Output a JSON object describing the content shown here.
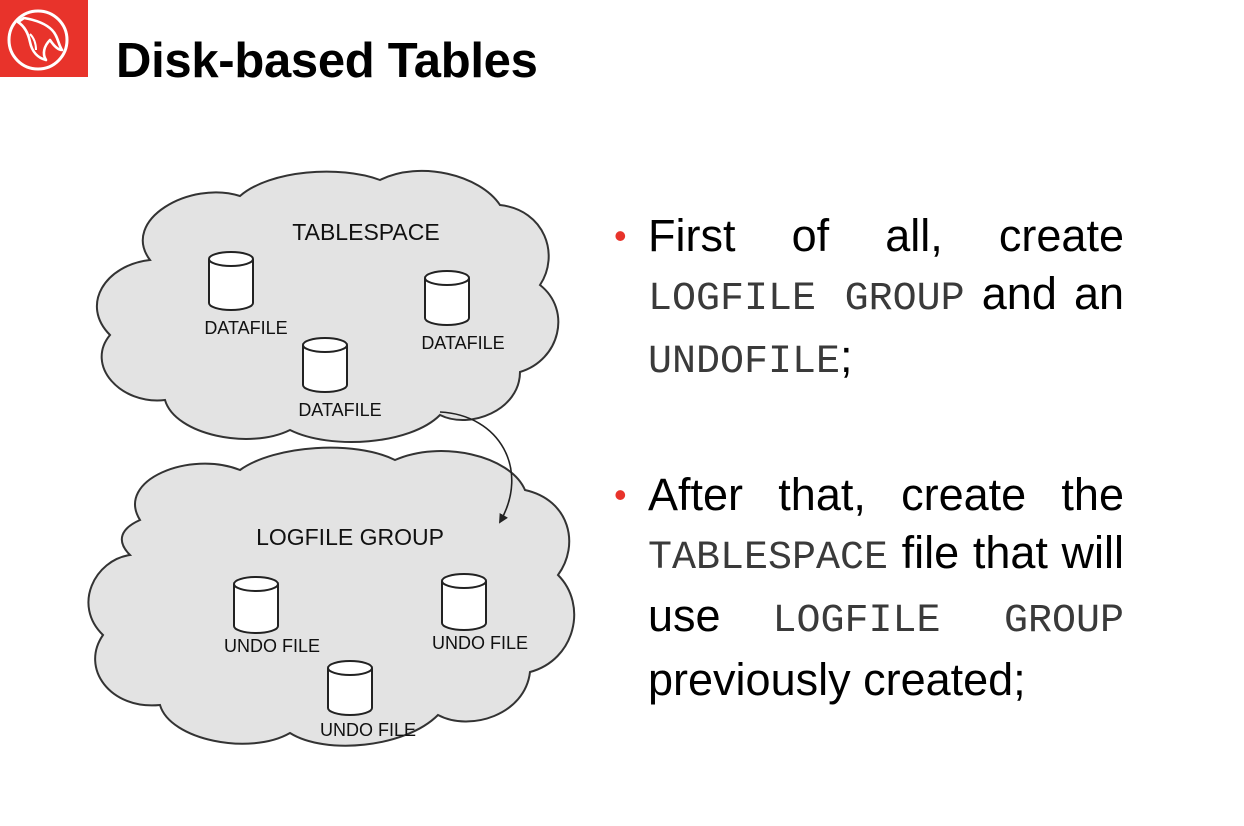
{
  "title": "Disk-based Tables",
  "colors": {
    "brand_red": "#e8332b",
    "cloud_fill": "#e3e3e3",
    "cloud_stroke": "#333333"
  },
  "logo": {
    "icon": "dolphin-icon"
  },
  "diagram": {
    "tablespace": {
      "label": "TABLESPACE",
      "files": [
        "DATAFILE",
        "DATAFILE",
        "DATAFILE"
      ]
    },
    "logfile_group": {
      "label": "LOGFILE GROUP",
      "files": [
        "UNDO FILE",
        "UNDO FILE",
        "UNDO FILE"
      ]
    }
  },
  "bullets": [
    {
      "text_1": "First of all, create",
      "code_1": "LOGFILE GROUP",
      "text_2": "and an",
      "code_2": "UNDOFILE",
      "text_3": ";"
    },
    {
      "text_1": "After that, create the",
      "code_1": "TABLESPACE",
      "text_2": "file that will use",
      "code_2": "LOGFILE GROUP",
      "text_3": "previously created;"
    }
  ]
}
